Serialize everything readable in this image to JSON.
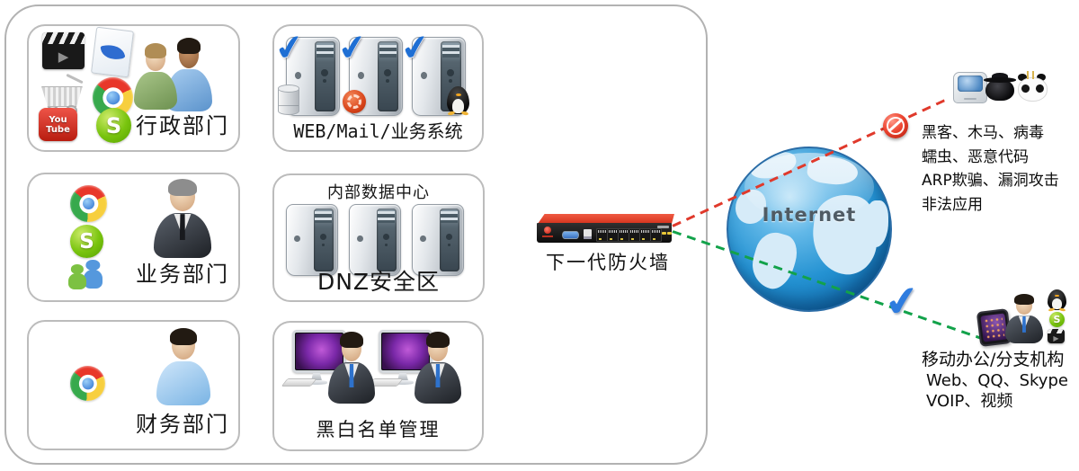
{
  "intranet": {
    "admin_label": "行政部门",
    "business_label": "业务部门",
    "finance_label": "财务部门",
    "webmail_label": "WEB/Mail/业务系统",
    "datacenter_title": "内部数据中心",
    "dmz_label": "DNZ安全区",
    "blacklist_label": "黑白名单管理"
  },
  "firewall": {
    "label": "下一代防火墙"
  },
  "internet": {
    "label": "Internet"
  },
  "threats": {
    "line1": "黑客、木马、病毒",
    "line2": "蠕虫、恶意代码",
    "line3": "ARP欺骗、漏洞攻击",
    "line4": "非法应用"
  },
  "mobile": {
    "line1": "移动办公/分支机构",
    "line2": "Web、QQ、Skype",
    "line3": "VOIP、视频"
  },
  "glyphs": {
    "skype_letter": "S",
    "youtube_top": "You",
    "youtube_bottom": "Tube",
    "play": "▶",
    "check": "✔"
  },
  "colors": {
    "allow_green": "#12a24a",
    "block_red": "#e0392b",
    "firewall_red": "#e8402f",
    "globe_blue": "#2492d2"
  },
  "icons": {
    "movie-clapper": "css-clapper",
    "foxmail-file": "css-page-with-blue-swallow",
    "shopping-cart": "css-cart",
    "chrome": "css-chrome-circle",
    "youtube": "css-red-badge",
    "skype": "css-green-circle-S",
    "msn-buddies": "css-two-buddies",
    "person": "css-person",
    "server-tower": "css-silver-tower",
    "database": "css-cylinder",
    "ubuntu-badge": "css-orange-ring",
    "tux-penguin": "css-penguin",
    "imac-monitor": "css-monitor",
    "firewall-appliance": "css-rack-device",
    "internet-globe": "css-globe",
    "prohibition-sign": "css-no-entry",
    "allow-checkmark": "✔",
    "old-computer": "css-crt",
    "hacker-spy": "css-black-figure",
    "panda-virus": "css-panda",
    "tablet": "css-tablet"
  }
}
